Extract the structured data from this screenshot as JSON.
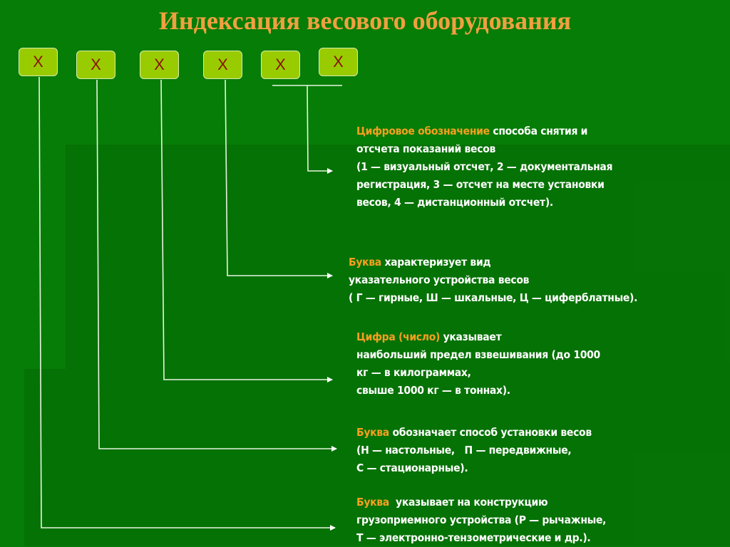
{
  "title": "Индексация весового оборудования",
  "boxes": [
    "Х",
    "Х",
    "Х",
    "Х",
    "Х",
    "Х"
  ],
  "descriptions": [
    {
      "highlight": "Цифровое обозначение",
      "lines": [
        " способа снятия и",
        "отсчета показаний весов",
        "(1 — визуальный отсчет, 2 — документальная",
        "регистрация, 3 — отсчет на месте установки",
        "весов, 4 — дистанционный отсчет)."
      ]
    },
    {
      "highlight": "Буква",
      "lines": [
        " характеризует вид",
        "указательного устройства весов",
        "( Г — гирные, Ш — шкальные, Ц — циферблатные)."
      ]
    },
    {
      "highlight": "Цифра (число)",
      "lines": [
        " указывает",
        "наибольший предел взвешивания (до 1000",
        "кг — в килограммах,",
        "свыше 1000 кг — в тоннах)."
      ]
    },
    {
      "highlight": "Буква",
      "lines": [
        " обозначает способ установки весов",
        "(Н — настольные,   П — передвижные,",
        "С — стационарные)."
      ]
    },
    {
      "highlight": "Буква",
      "lines": [
        "  указывает на конструкцию",
        "грузоприемного устройства (Р — рычажные,",
        "Т — электронно-тензометрические и др.)."
      ]
    }
  ],
  "colors": {
    "background": "#067d06",
    "title": "#f0a040",
    "box": "#99cc00",
    "box_text": "#8a1200",
    "highlight": "#f5a020"
  }
}
